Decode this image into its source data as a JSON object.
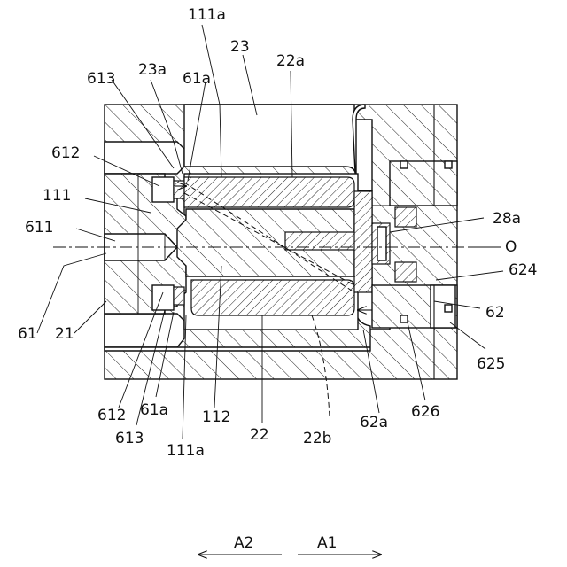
{
  "labels": {
    "l111a_top": "111a",
    "l23": "23",
    "l22a": "22a",
    "l23a": "23a",
    "l613_top": "613",
    "l61a_top": "61a",
    "l612_top": "612",
    "l111": "111",
    "l611": "611",
    "l28a": "28a",
    "lO": "O",
    "l624": "624",
    "l62": "62",
    "l61": "61",
    "l21": "21",
    "l625": "625",
    "l612_bot": "612",
    "l61a_bot": "61a",
    "l112": "112",
    "l22": "22",
    "l62a": "62a",
    "l626": "626",
    "l613_bot": "613",
    "l111a_bot": "111a",
    "l22b": "22b"
  },
  "directions": {
    "left": "A2",
    "right": "A1"
  }
}
